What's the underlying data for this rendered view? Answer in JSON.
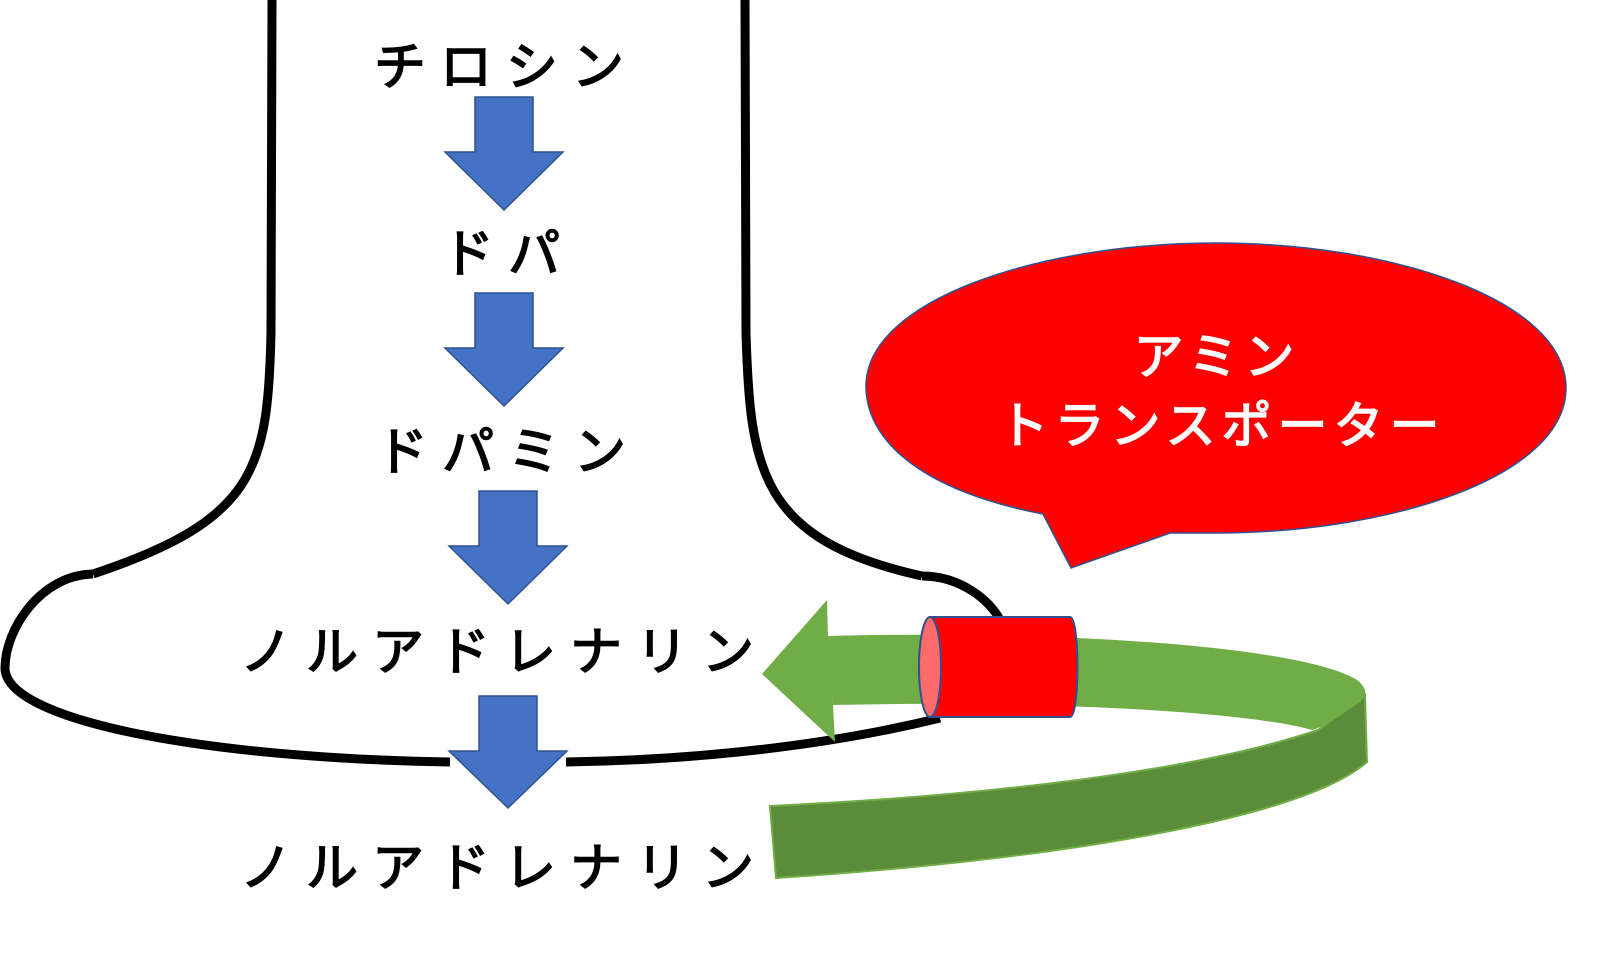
{
  "diagram": {
    "title": "Noradrenaline synthesis and reuptake",
    "pathway": [
      {
        "label": "チロシン"
      },
      {
        "label": "ドパ"
      },
      {
        "label": "ドパミン"
      },
      {
        "label": "ノルアドレナリン"
      }
    ],
    "released": {
      "label": "ノルアドレナリン"
    },
    "callout": {
      "line1": "アミン",
      "line2": "トランスポーター"
    },
    "colors": {
      "arrow_blue": "#4472C4",
      "arrow_blue_border": "#2F528F",
      "membrane": "#000000",
      "transporter_red": "#FF0000",
      "transporter_face": "#FF6B6B",
      "callout_red": "#FF0000",
      "reuptake_green_light": "#70AD47",
      "reuptake_green_dark": "#5B8C39"
    }
  }
}
